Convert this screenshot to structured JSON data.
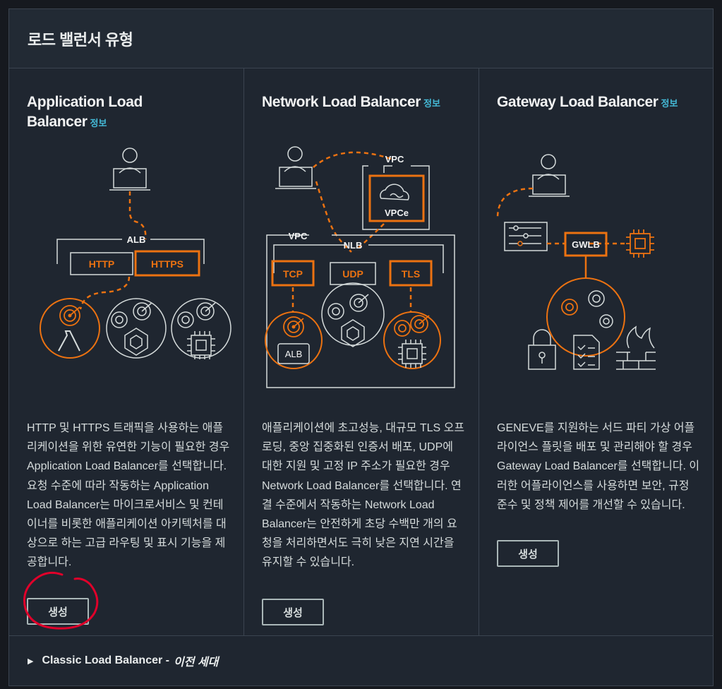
{
  "header": {
    "title": "로드 밸런서 유형"
  },
  "cards": [
    {
      "title": "Application Load Balancer",
      "info": "정보",
      "description": "HTTP 및 HTTPS 트래픽을 사용하는 애플리케이션을 위한 유연한 기능이 필요한 경우 Application Load Balancer를 선택합니다. 요청 수준에 따라 작동하는 Application Load Balancer는 마이크로서비스 및 컨테이너를 비롯한 애플리케이션 아키텍처를 대상으로 하는 고급 라우팅 및 표시 기능을 제공합니다.",
      "button": "생성",
      "diagram": {
        "group": "ALB",
        "listeners": [
          "HTTP",
          "HTTPS"
        ]
      }
    },
    {
      "title": "Network Load Balancer",
      "info": "정보",
      "description": "애플리케이션에 초고성능, 대규모 TLS 오프로딩, 중앙 집중화된 인증서 배포, UDP에 대한 지원 및 고정 IP 주소가 필요한 경우 Network Load Balancer를 선택합니다. 연결 수준에서 작동하는 Network Load Balancer는 안전하게 초당 수백만 개의 요청을 처리하면서도 극히 낮은 지연 시간을 유지할 수 있습니다.",
      "button": "생성",
      "diagram": {
        "vpc_top": "VPC",
        "endpoint": "VPCe",
        "vpc": "VPC",
        "group": "NLB",
        "listeners": [
          "TCP",
          "UDP",
          "TLS"
        ],
        "target": "ALB"
      }
    },
    {
      "title": "Gateway Load Balancer",
      "info": "정보",
      "description": "GENEVE를 지원하는 서드 파티 가상 어플라이언스 플릿을 배포 및 관리해야 할 경우 Gateway Load Balancer를 선택합니다. 이러한 어플라이언스를 사용하면 보안, 규정 준수 및 정책 제어를 개선할 수 있습니다.",
      "button": "생성",
      "diagram": {
        "group": "GWLB"
      }
    }
  ],
  "classic": {
    "label": "Classic Load Balancer -",
    "generation": "이전 세대"
  },
  "colors": {
    "accent": "#ec7211",
    "link": "#44b9d6",
    "annotation": "#e0002a"
  }
}
